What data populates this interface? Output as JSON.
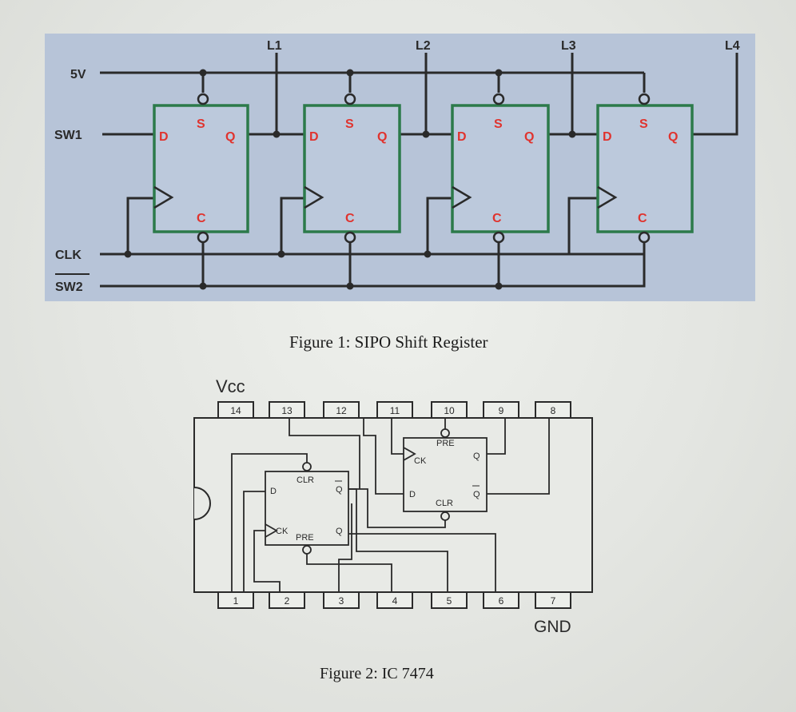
{
  "figure1": {
    "caption": "Figure 1: SIPO Shift Register",
    "inputs": {
      "v5": "5V",
      "sw1": "SW1",
      "clk": "CLK",
      "sw2": "SW2"
    },
    "outputs": [
      "L1",
      "L2",
      "L3",
      "L4"
    ],
    "flipflop_labels": {
      "d": "D",
      "s": "S",
      "q": "Q",
      "c": "C"
    },
    "colors": {
      "panel": "#b7c4d8",
      "box": "#2c7a4a",
      "pin_label": "#e0332e",
      "wire": "#2a2a2a"
    }
  },
  "figure2": {
    "caption": "Figure 2: IC 7474",
    "vcc": "Vcc",
    "gnd": "GND",
    "top_pins": [
      "14",
      "13",
      "12",
      "11",
      "10",
      "9",
      "8"
    ],
    "bottom_pins": [
      "1",
      "2",
      "3",
      "4",
      "5",
      "6",
      "7"
    ],
    "ff_right": {
      "pre": "PRE",
      "ck": "CK",
      "q": "Q",
      "d": "D",
      "qbar": "Q",
      "clr": "CLR"
    },
    "ff_left": {
      "clr": "CLR",
      "d": "D",
      "qbar": "Q",
      "ck": "CK",
      "pre": "PRE",
      "q": "Q"
    }
  }
}
